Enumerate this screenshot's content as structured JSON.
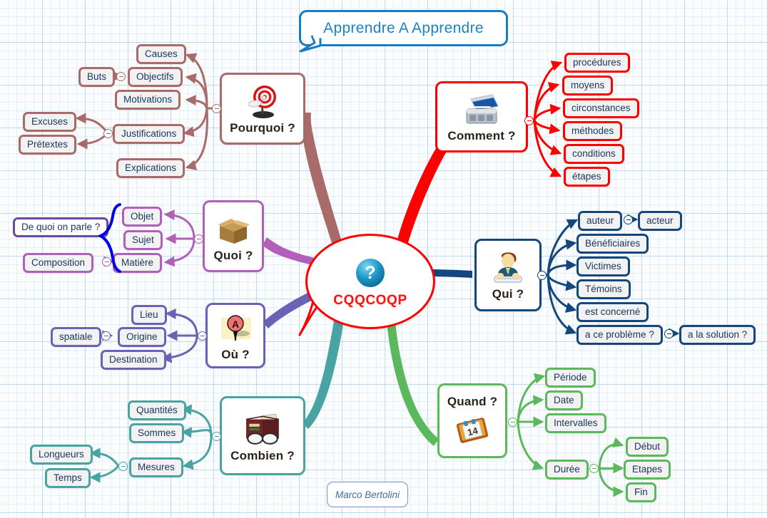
{
  "title_balloon": {
    "text": "Apprendre A Apprendre",
    "color": "#1a7cc0"
  },
  "credit": {
    "text": "Marco Bertolini"
  },
  "central": {
    "label": "CQQCOQP",
    "icon": "question-mark-circle-icon",
    "border_color": "#ff0000",
    "text_color": "#ff1111"
  },
  "branches": [
    {
      "key": "pourquoi",
      "label": "Pourquoi ?",
      "icon": "target-dartboard-icon",
      "color": "#a96a6a",
      "children": [
        {
          "label": "Causes",
          "children": []
        },
        {
          "label": "Objectifs",
          "children": [
            {
              "label": "Buts"
            }
          ]
        },
        {
          "label": "Motivations",
          "children": []
        },
        {
          "label": "Justifications",
          "children": [
            {
              "label": "Excuses"
            },
            {
              "label": "Prétextes"
            }
          ]
        },
        {
          "label": "Explications",
          "children": []
        }
      ]
    },
    {
      "key": "comment",
      "label": "Comment ?",
      "icon": "toolbox-icon",
      "color": "#ff0000",
      "children": [
        {
          "label": "procédures",
          "children": []
        },
        {
          "label": "moyens",
          "children": []
        },
        {
          "label": "circonstances",
          "children": []
        },
        {
          "label": "méthodes",
          "children": []
        },
        {
          "label": "conditions",
          "children": []
        },
        {
          "label": "étapes",
          "children": []
        }
      ]
    },
    {
      "key": "quoi",
      "label": "Quoi ?",
      "icon": "open-box-icon",
      "color": "#b060b8",
      "children": [
        {
          "label": "Objet",
          "children": []
        },
        {
          "label": "Sujet",
          "children": []
        },
        {
          "label": "Matière",
          "children": [
            {
              "label": "Composition"
            }
          ]
        },
        {
          "label": "De quoi on parle ?",
          "children": []
        }
      ]
    },
    {
      "key": "qui",
      "label": "Qui ?",
      "icon": "person-at-keyboard-icon",
      "color": "#14477d",
      "children": [
        {
          "label": "auteur",
          "children": [
            {
              "label": "acteur"
            }
          ]
        },
        {
          "label": "Bénéficiaires",
          "children": []
        },
        {
          "label": "Victimes",
          "children": []
        },
        {
          "label": "Témoins",
          "children": []
        },
        {
          "label": "est concerné",
          "children": []
        },
        {
          "label": "a ce problème ?",
          "children": [
            {
              "label": "a la solution ?"
            }
          ]
        }
      ]
    },
    {
      "key": "ou",
      "label": "Où ?",
      "icon": "map-pin-a-icon",
      "color": "#6a63b5",
      "children": [
        {
          "label": "Lieu",
          "children": []
        },
        {
          "label": "Origine",
          "children": [
            {
              "label": "spatiale"
            }
          ]
        },
        {
          "label": "Destination",
          "children": []
        }
      ]
    },
    {
      "key": "quand",
      "label": "Quand ?",
      "icon": "calendar-icon",
      "color": "#5cb85c",
      "children": [
        {
          "label": "Période",
          "children": []
        },
        {
          "label": "Date",
          "children": []
        },
        {
          "label": "Intervalles",
          "children": []
        },
        {
          "label": "Durée",
          "children": [
            {
              "label": "Début"
            },
            {
              "label": "Etapes"
            },
            {
              "label": "Fin"
            }
          ]
        }
      ]
    },
    {
      "key": "combien",
      "label": "Combien ?",
      "icon": "wallet-glasses-icon",
      "color": "#4aa3a3",
      "children": [
        {
          "label": "Quantités",
          "children": []
        },
        {
          "label": "Sommes",
          "children": []
        },
        {
          "label": "Mesures",
          "children": [
            {
              "label": "Longueurs"
            },
            {
              "label": "Temps"
            }
          ]
        }
      ]
    }
  ]
}
